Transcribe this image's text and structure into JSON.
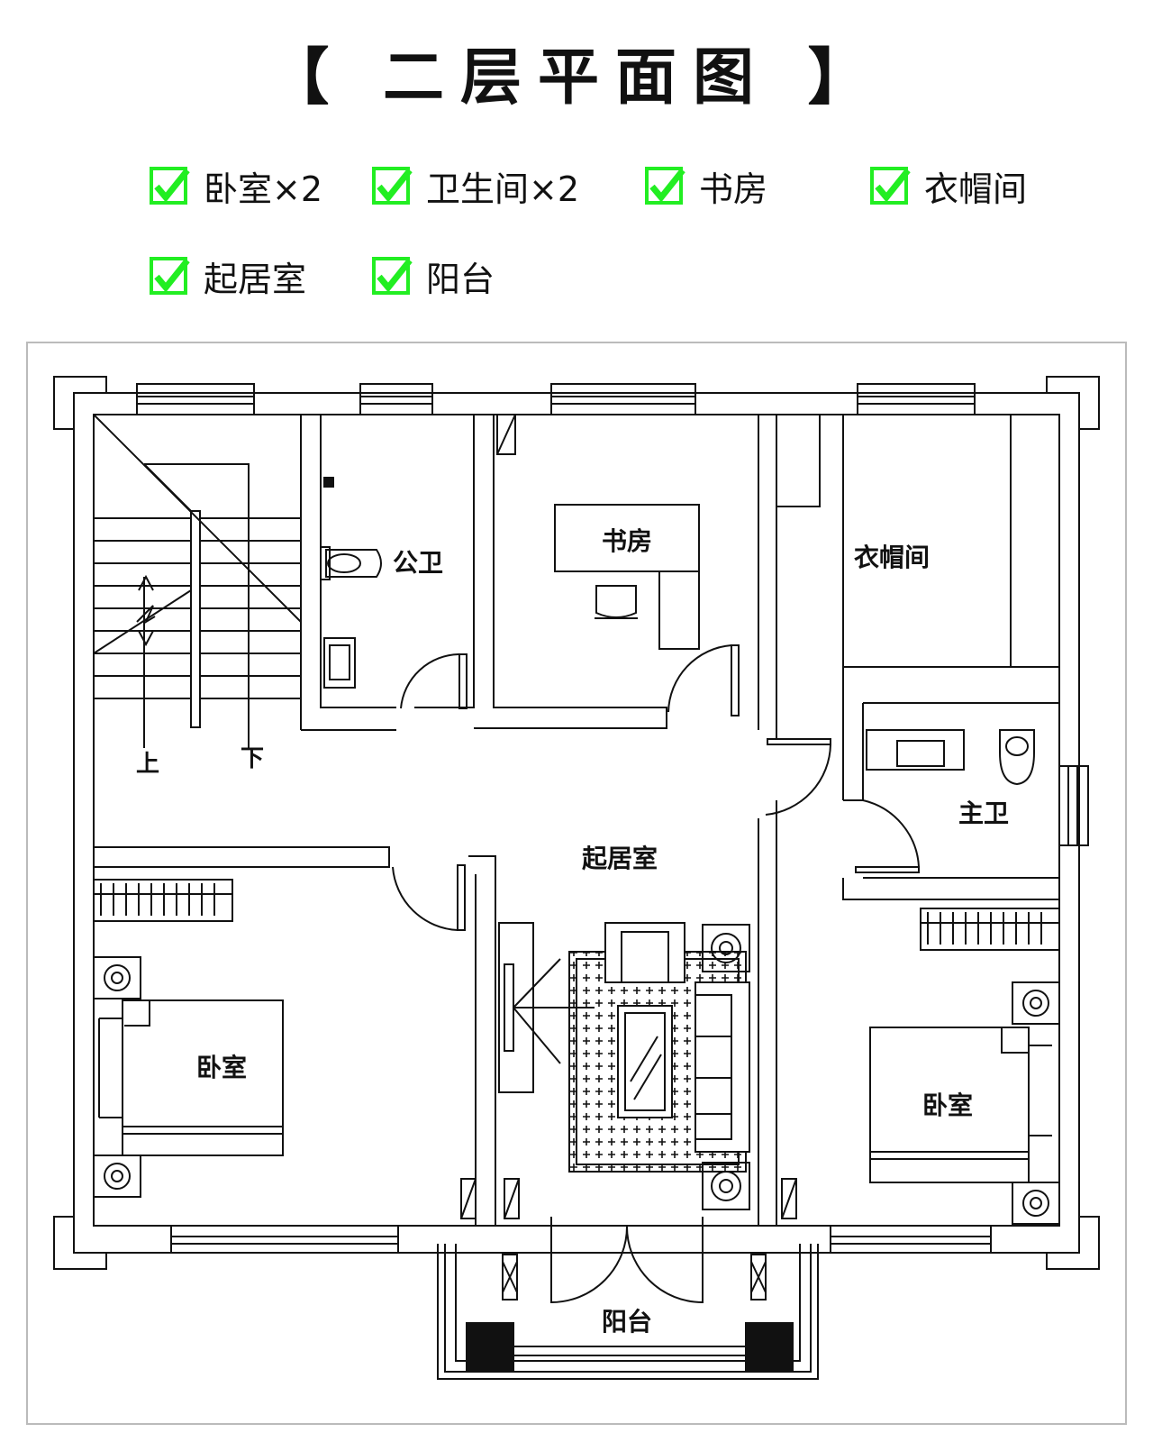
{
  "title": "【 二层平面图 】",
  "features": [
    {
      "label": "卧室×2"
    },
    {
      "label": "卫生间×2"
    },
    {
      "label": "书房"
    },
    {
      "label": "衣帽间"
    },
    {
      "label": "起居室"
    },
    {
      "label": "阳台"
    }
  ],
  "colors": {
    "check": "#22ee22",
    "line": "#111111"
  },
  "rooms": {
    "public_bath": "公卫",
    "study": "书房",
    "closet": "衣帽间",
    "master_bath": "主卫",
    "living": "起居室",
    "bedroom_left": "卧室",
    "bedroom_right": "卧室",
    "balcony": "阳台"
  },
  "stairs": {
    "up": "上",
    "down": "下"
  }
}
